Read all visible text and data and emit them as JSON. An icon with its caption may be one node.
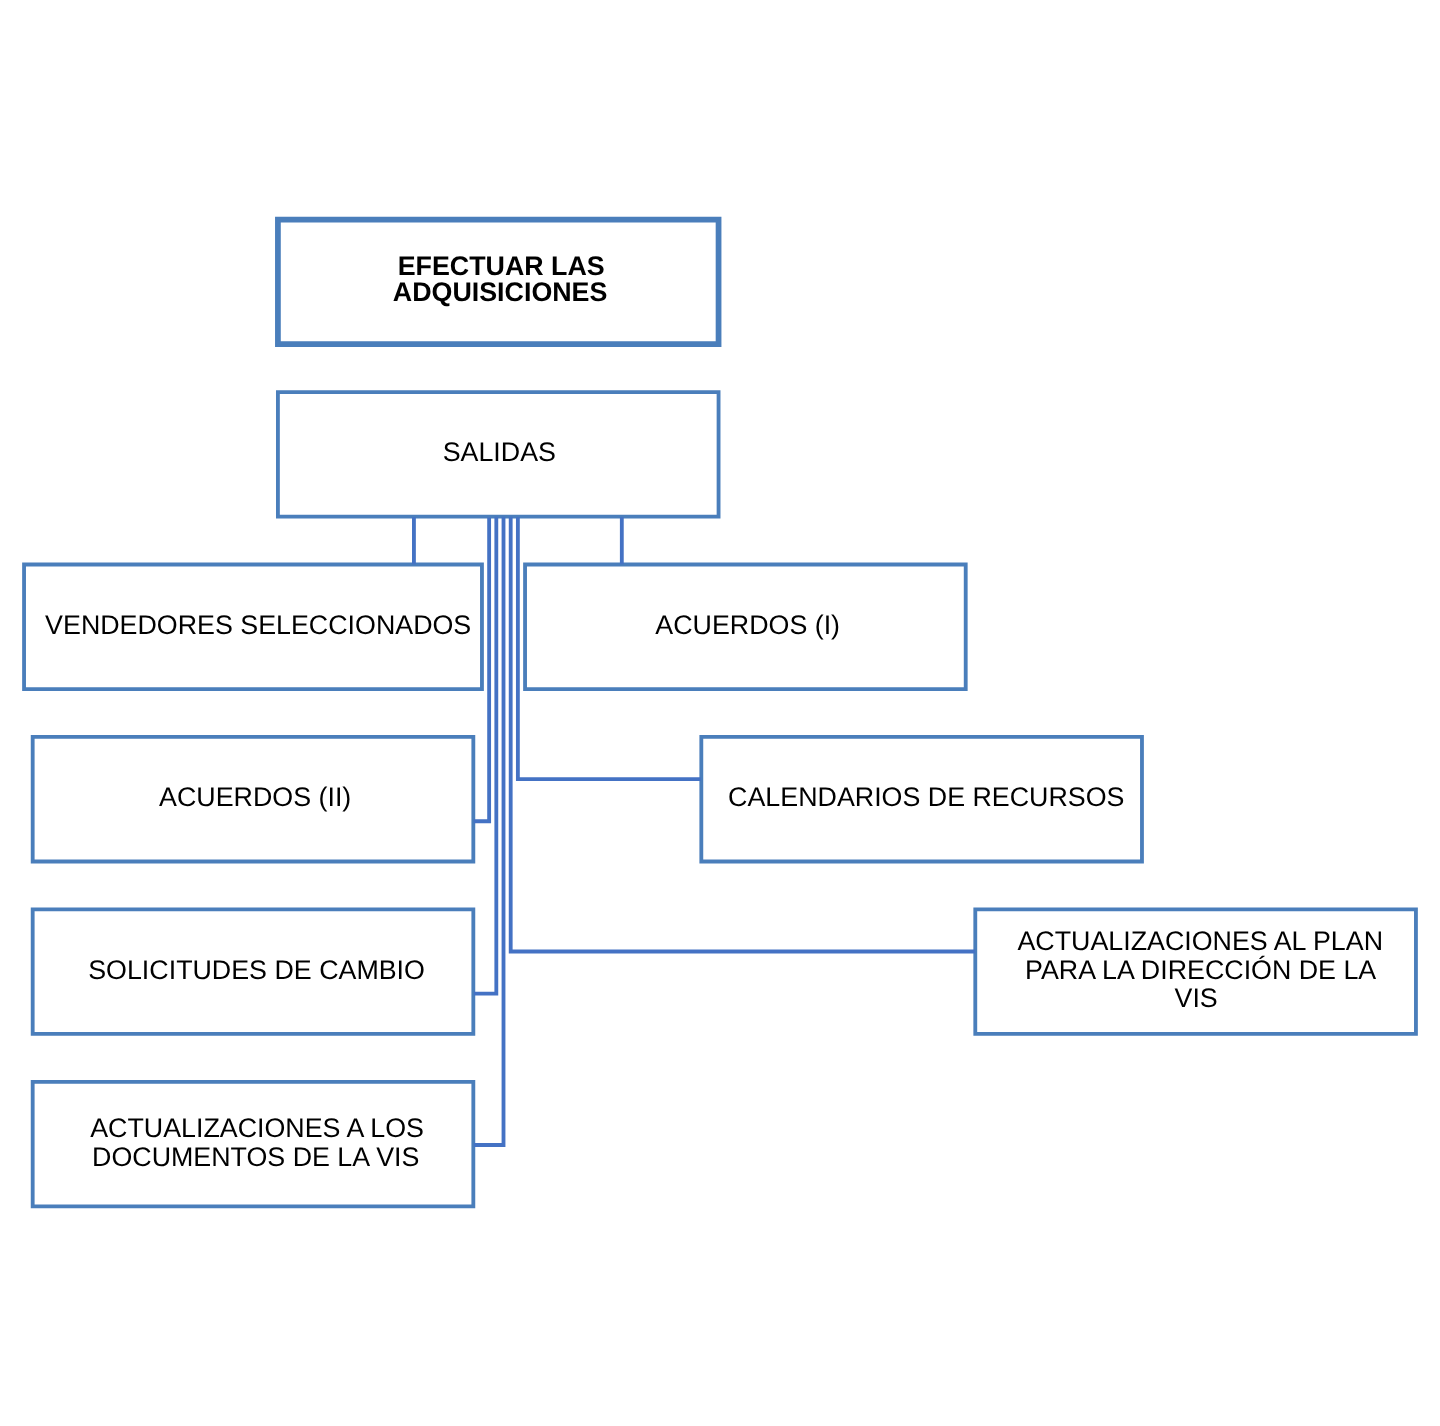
{
  "diagram": {
    "nodes": [
      {
        "text": [
          "EFECTUAR LAS ADQUISICIONES"
        ]
      },
      {
        "text": [
          "SALIDAS"
        ]
      },
      {
        "text": [
          "VENDEDORES SELECCIONADOS"
        ]
      },
      {
        "text": [
          "ACUERDOS (I)"
        ]
      },
      {
        "text": [
          "ACUERDOS (II)"
        ]
      },
      {
        "text": [
          "CALENDARIOS DE RECURSOS"
        ]
      },
      {
        "text": [
          "SOLICITUDES DE CAMBIO"
        ]
      },
      {
        "text": [
          "ACTUALIZACIONES AL PLAN PARA LA DIRECCIÓN DE LA VIS"
        ]
      },
      {
        "text": [
          "ACTUALIZACIONES A LOS DOCUMENTOS DE LA VIS"
        ]
      }
    ],
    "edges": [
      {
        "from": 1,
        "to": 2,
        "arrow": "none"
      },
      {
        "from": 1,
        "to": 3,
        "arrow": "none"
      },
      {
        "from": 1,
        "to": 4,
        "arrow": "none"
      },
      {
        "from": 1,
        "to": 5,
        "arrow": "none"
      },
      {
        "from": 1,
        "to": 6,
        "arrow": "none"
      },
      {
        "from": 1,
        "to": 7,
        "arrow": "none"
      },
      {
        "from": 1,
        "to": 8,
        "arrow": "none"
      }
    ]
  }
}
